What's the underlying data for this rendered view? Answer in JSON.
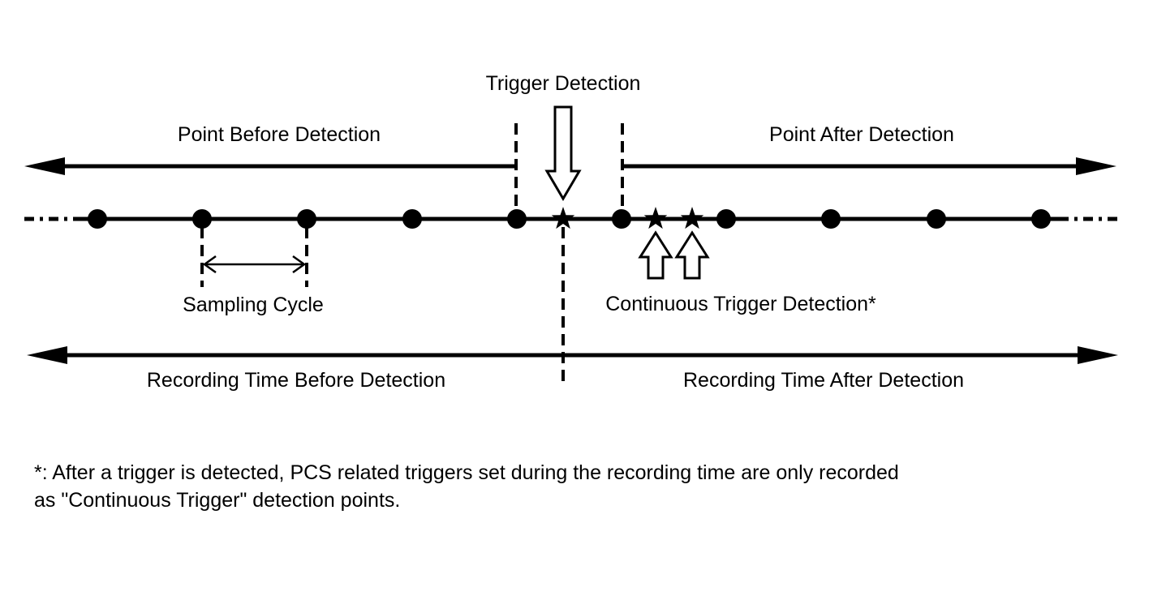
{
  "labels": {
    "trigger_detection": "Trigger Detection",
    "point_before": "Point Before Detection",
    "point_after": "Point After Detection",
    "sampling_cycle": "Sampling Cycle",
    "continuous_trigger": "Continuous Trigger Detection*",
    "recording_before": "Recording Time Before Detection",
    "recording_after": "Recording Time After Detection"
  },
  "footnote": {
    "line1": "*: After a trigger is detected, PCS related triggers set during the recording time are only recorded",
    "line2": "as \"Continuous Trigger\" detection points."
  },
  "colors": {
    "ink": "#000000",
    "background": "#ffffff"
  }
}
